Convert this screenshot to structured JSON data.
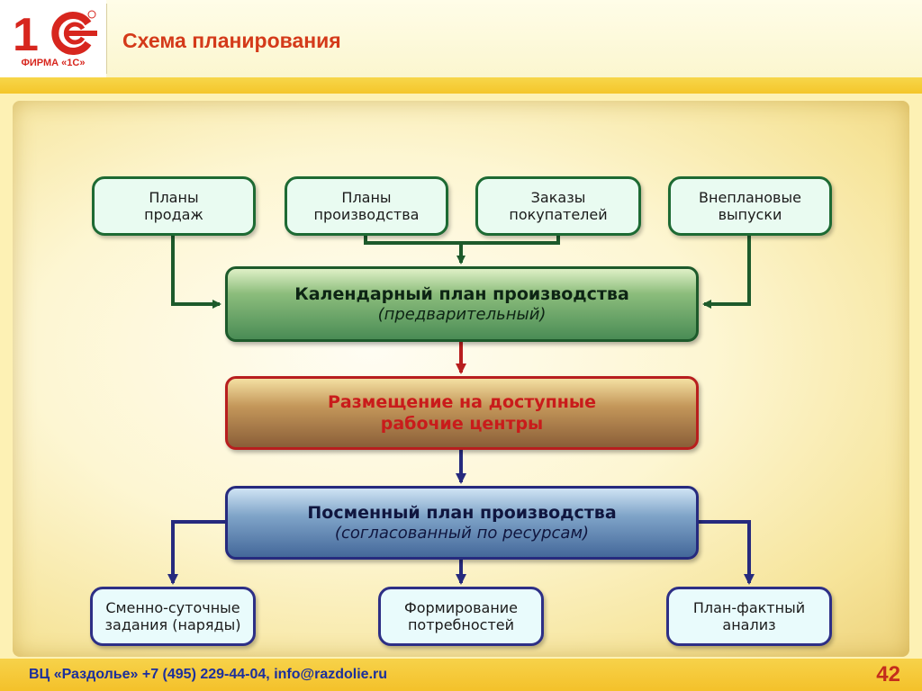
{
  "header": {
    "logo_caption": "ФИРМА «1С»",
    "title": "Схема планирования"
  },
  "diagram": {
    "sources": [
      {
        "label": "Планы\nпродаж"
      },
      {
        "label": "Планы\nпроизводства"
      },
      {
        "label": "Заказы\nпокупателей"
      },
      {
        "label": "Внеплановые\nвыпуски"
      }
    ],
    "calendar_plan": {
      "line1": "Календарный план производства",
      "line2": "(предварительный)"
    },
    "placement": {
      "line1": "Размещение на доступные",
      "line2": "рабочие центры"
    },
    "shift_plan": {
      "line1": "Посменный план производства",
      "line2": "(согласованный по ресурсам)"
    },
    "outputs": [
      {
        "label": "Сменно-суточные\nзадания (наряды)"
      },
      {
        "label": "Формирование\nпотребностей"
      },
      {
        "label": "План-фактный\nанализ"
      }
    ],
    "colors": {
      "green": "#1d6a33",
      "red": "#b81e1e",
      "blue": "#262a7e"
    }
  },
  "footer": {
    "contact": "ВЦ «Раздолье»  +7 (495) 229-44-04, info@razdolie.ru",
    "page_number": "42"
  }
}
